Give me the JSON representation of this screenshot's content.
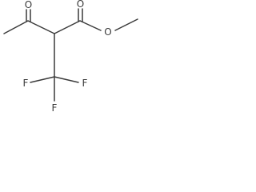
{
  "molecule": {
    "atoms": {
      "ketone_oxygen": "O",
      "ester_carbonyl_oxygen": "O",
      "ester_ether_oxygen": "O",
      "fluorine_right": "F",
      "fluorine_left": "F",
      "fluorine_bottom": "F"
    }
  },
  "colors": {
    "bond": "#3a3a3a",
    "atom_label": "#3a3a3a",
    "background": "#ffffff"
  }
}
